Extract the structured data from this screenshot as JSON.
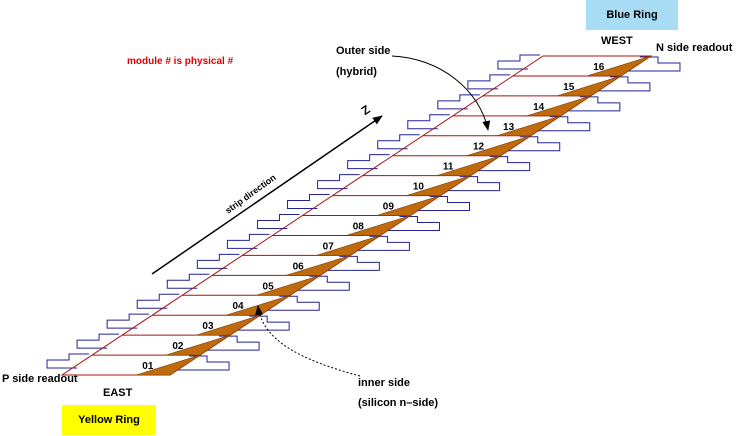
{
  "labels": {
    "blue_ring": "Blue Ring",
    "yellow_ring": "Yellow Ring",
    "west": "WEST",
    "east": "EAST",
    "n_side_readout": "N  side readout",
    "p_side_readout": "P side readout",
    "module_note": "module # is physical #",
    "outer_side_line1": "Outer side",
    "outer_side_line2": "(hybrid)",
    "inner_side_line1": "inner side",
    "inner_side_line2": "(silicon n–side)",
    "z_axis": "Z",
    "strip_direction": "strip direction"
  },
  "modules": [
    "01",
    "02",
    "03",
    "04",
    "05",
    "06",
    "07",
    "08",
    "09",
    "10",
    "11",
    "12",
    "13",
    "14",
    "15",
    "16"
  ],
  "colors": {
    "blue_ring_bg": "#a8dcf4",
    "yellow_ring_bg": "#ffff00",
    "module_note": "#dd0000",
    "ladder_lines": "#aa1111",
    "readout_outline": "#222299",
    "hybrid_fill": "#c06a0e"
  }
}
